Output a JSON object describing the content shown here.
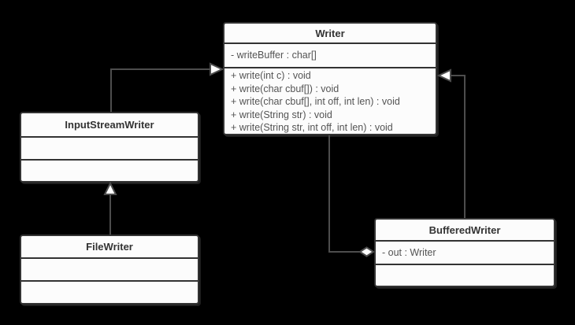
{
  "diagram": {
    "kind": "uml-class-diagram",
    "background_color": "#000000",
    "box_fill": "#fcfcfc",
    "box_border_color": "#333333",
    "connector_color": "#4d4d4d",
    "title_text_color": "#333333",
    "member_text_color": "#545454"
  },
  "classes": {
    "writer": {
      "title": "Writer",
      "attributes": [
        "- writeBuffer : char[]"
      ],
      "methods": [
        "+ write(int c) : void",
        "+ write(char cbuf[]) : void",
        "+ write(char cbuf[], int off, int len) : void",
        "+ write(String str) : void",
        "+ write(String str, int off, int len) : void"
      ]
    },
    "input_stream_writer": {
      "title": "InputStreamWriter",
      "attributes": [],
      "methods": []
    },
    "file_writer": {
      "title": "FileWriter",
      "attributes": [],
      "methods": []
    },
    "buffered_writer": {
      "title": "BufferedWriter",
      "attributes": [
        "- out :  Writer"
      ],
      "methods": []
    }
  },
  "relationships": [
    {
      "type": "generalization",
      "from": "InputStreamWriter",
      "to": "Writer"
    },
    {
      "type": "generalization",
      "from": "FileWriter",
      "to": "InputStreamWriter"
    },
    {
      "type": "generalization",
      "from": "BufferedWriter",
      "to": "Writer"
    },
    {
      "type": "aggregation",
      "owner": "BufferedWriter",
      "part": "Writer"
    }
  ]
}
